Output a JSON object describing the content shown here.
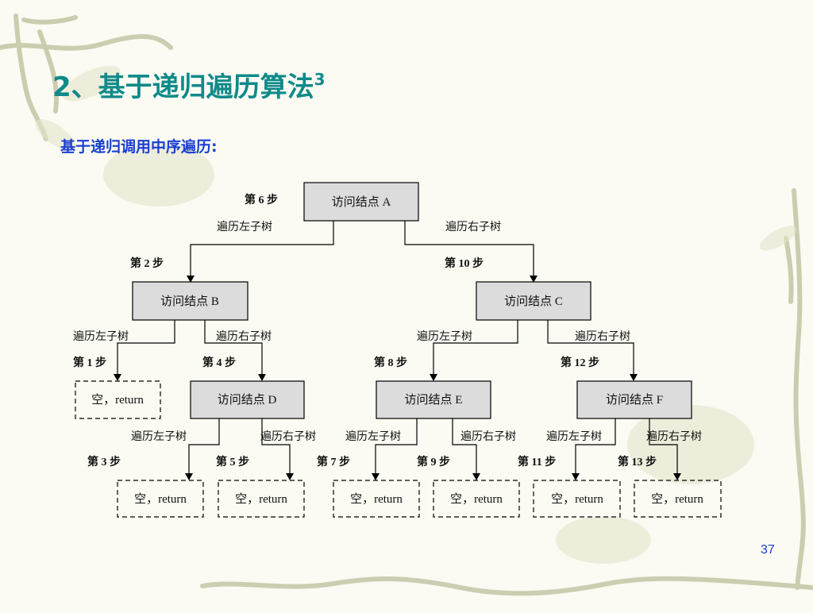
{
  "slide": {
    "title": "2、基于递归遍历算法",
    "title_sup": "3",
    "subtitle": "基于递归调用中序遍历:",
    "page_number": "37"
  },
  "colors": {
    "title": "#0f8a8a",
    "subtitle": "#1a3fd0",
    "node_fill": "#dcdcdc",
    "line": "#000000",
    "vine": "#b8b898"
  },
  "diagram": {
    "nodes": {
      "A": "访问结点 A",
      "B": "访问结点 B",
      "C": "访问结点 C",
      "D": "访问结点 D",
      "E": "访问结点 E",
      "F": "访问结点 F",
      "BL": "空，return",
      "DL": "空，return",
      "DR": "空，return",
      "EL": "空，return",
      "ER": "空，return",
      "FL": "空，return",
      "FR": "空，return"
    },
    "edge_labels": {
      "left": "遍历左子树",
      "right": "遍历右子树"
    },
    "steps": {
      "A": "第 6 步",
      "B": "第 2 步",
      "C": "第 10 步",
      "BL": "第 1 步",
      "D": "第 4 步",
      "E": "第 8 步",
      "F": "第 12 步",
      "DL": "第 3 步",
      "DR": "第 5 步",
      "EL": "第 7 步",
      "ER": "第 9 步",
      "FL": "第 11 步",
      "FR": "第 13 步"
    }
  }
}
